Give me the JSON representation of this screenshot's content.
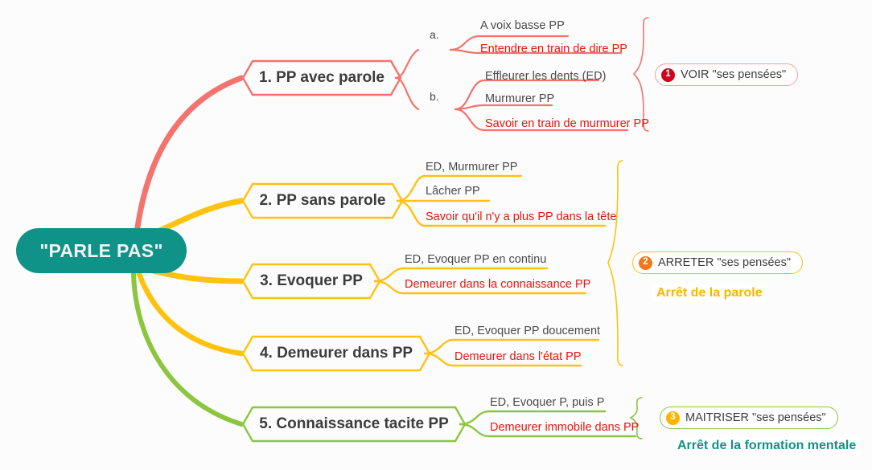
{
  "colors": {
    "background": "#fcfcfc",
    "root_fill": "#0F9388",
    "branch_red": "#F3736F",
    "branch_amber": "#FFC20E",
    "branch_green": "#8CC63E",
    "leaf_text": "#4a4a4a",
    "leaf_text_highlight": "#e8150f",
    "node_text": "#3c3c3c",
    "badge_1": "#D0021B",
    "badge_2": "#F07818",
    "badge_3": "#FFB300",
    "subtitle_amber": "#FFB300",
    "subtitle_teal": "#0F9388"
  },
  "root": {
    "label": "\"PARLE PAS\""
  },
  "branches": [
    {
      "id": "branch-1",
      "label": "1. PP avec parole",
      "color": "#F3736F",
      "groups": [
        {
          "letter": "a.",
          "leaves": [
            {
              "text": "A voix basse PP",
              "highlight": false
            },
            {
              "text": "Entendre en train de dire PP",
              "highlight": true
            }
          ]
        },
        {
          "letter": "b.",
          "leaves": [
            {
              "text": "Effleurer les dents (ED)",
              "highlight": false
            },
            {
              "text": "Murmurer PP",
              "highlight": false
            },
            {
              "text": "Savoir en train de murmurer PP",
              "highlight": true
            }
          ]
        }
      ]
    },
    {
      "id": "branch-2",
      "label": "2. PP sans parole",
      "color": "#FFC20E",
      "groups": [
        {
          "letter": "",
          "leaves": [
            {
              "text": "ED, Murmurer PP",
              "highlight": false
            },
            {
              "text": "Lâcher PP",
              "highlight": false
            },
            {
              "text": "Savoir qu'il n'y a plus PP dans la tête",
              "highlight": true
            }
          ]
        }
      ]
    },
    {
      "id": "branch-3",
      "label": "3. Evoquer PP",
      "color": "#FFC20E",
      "groups": [
        {
          "letter": "",
          "leaves": [
            {
              "text": "ED, Evoquer PP en continu",
              "highlight": false
            },
            {
              "text": "Demeurer dans la connaissance PP",
              "highlight": true
            }
          ]
        }
      ]
    },
    {
      "id": "branch-4",
      "label": "4. Demeurer dans PP",
      "color": "#FFC20E",
      "groups": [
        {
          "letter": "",
          "leaves": [
            {
              "text": "ED, Evoquer PP doucement",
              "highlight": false
            },
            {
              "text": "Demeurer dans l'état PP",
              "highlight": true
            }
          ]
        }
      ]
    },
    {
      "id": "branch-5",
      "label": "5. Connaissance tacite PP",
      "color": "#8CC63E",
      "groups": [
        {
          "letter": "",
          "leaves": [
            {
              "text": "ED, Evoquer P, puis P",
              "highlight": false
            },
            {
              "text": "Demeurer immobile dans PP",
              "highlight": true
            }
          ]
        }
      ]
    }
  ],
  "callouts": [
    {
      "id": "callout-1",
      "number": "1",
      "label": "VOIR \"ses pensées\"",
      "subtitle": "",
      "brace_color": "#F3736F"
    },
    {
      "id": "callout-2",
      "number": "2",
      "label": "ARRETER \"ses pensées\"",
      "subtitle": "Arrêt de la parole",
      "brace_color": "#FFC20E"
    },
    {
      "id": "callout-3",
      "number": "3",
      "label": "MAITRISER \"ses pensées\"",
      "subtitle": "Arrêt de la formation mentale",
      "brace_color": "#8CC63E"
    }
  ]
}
